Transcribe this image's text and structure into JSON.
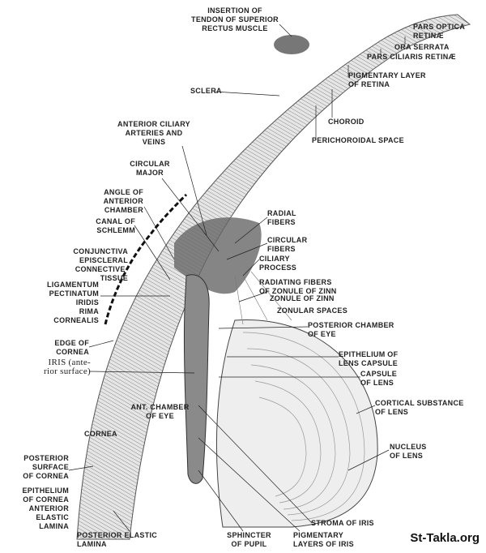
{
  "labels": {
    "insertion": "INSERTION OF\nTENDON OF SUPERIOR\nRECTUS MUSCLE",
    "pars_optica": "PARS OPTICA\nRETINÆ",
    "ora_serrata": "ORA SERRATA",
    "pars_ciliaris": "PARS CILIARIS RETINÆ",
    "pigmentary_retina": "PIGMENTARY LAYER\nOF RETINA",
    "choroid": "CHOROID",
    "perichoroidal": "PERICHOROIDAL SPACE",
    "sclera": "SCLERA",
    "ant_ciliary": "ANTERIOR CILIARY\nARTERIES AND\nVEINS",
    "circular_major": "CIRCULAR\nMAJOR",
    "angle": "ANGLE OF\nANTERIOR\nCHAMBER",
    "schlemm": "CANAL OF\nSCHLEMM",
    "conjunctiva": "CONJUNCTIVA\nEPISCLERAL\nCONNECTIVE-\nTISSUE",
    "ligamentum": "LIGAMENTUM\nPECTINATUM\nIRIDIS\nRIMA\nCORNEALIS",
    "edge_cornea": "EDGE OF\nCORNEA",
    "iris_anterior": "IRIS (ante-\nrior surface)",
    "cornea": "CORNEA",
    "posterior_surface": "POSTERIOR\nSURFACE\nOF CORNEA",
    "epithelium_cornea": "EPITHELIUM\nOF CORNEA\nANTERIOR\nELASTIC\nLAMINA",
    "posterior_elastic": "POSTERIOR ELASTIC\nLAMINA",
    "sphincter": "SPHINCTER\nOF PUPIL",
    "pigmentary_iris": "PIGMENTARY\nLAYERS OF IRIS",
    "stroma": "STROMA OF IRIS",
    "ant_chamber": "ANT. CHAMBER\nOF EYE",
    "nucleus": "NUCLEUS\nOF LENS",
    "cortical": "CORTICAL SUBSTANCE\nOF LENS",
    "capsule": "CAPSULE\nOF LENS",
    "epithelium_lens": "EPITHELIUM OF\nLENS CAPSULE",
    "posterior_chamber": "POSTERIOR CHAMBER\nOF EYE",
    "zonular_spaces": "ZONULAR SPACES",
    "zonule": "ZONULE OF ZINN",
    "radiating": "RADIATING FIBERS\nOF ZONULE OF ZINN",
    "ciliary_process": "CILIARY\nPROCESS",
    "circular_fibers": "CIRCULAR\nFIBERS",
    "radial_fibers": "RADIAL\nFIBERS"
  },
  "watermark": "St-Takla.org"
}
